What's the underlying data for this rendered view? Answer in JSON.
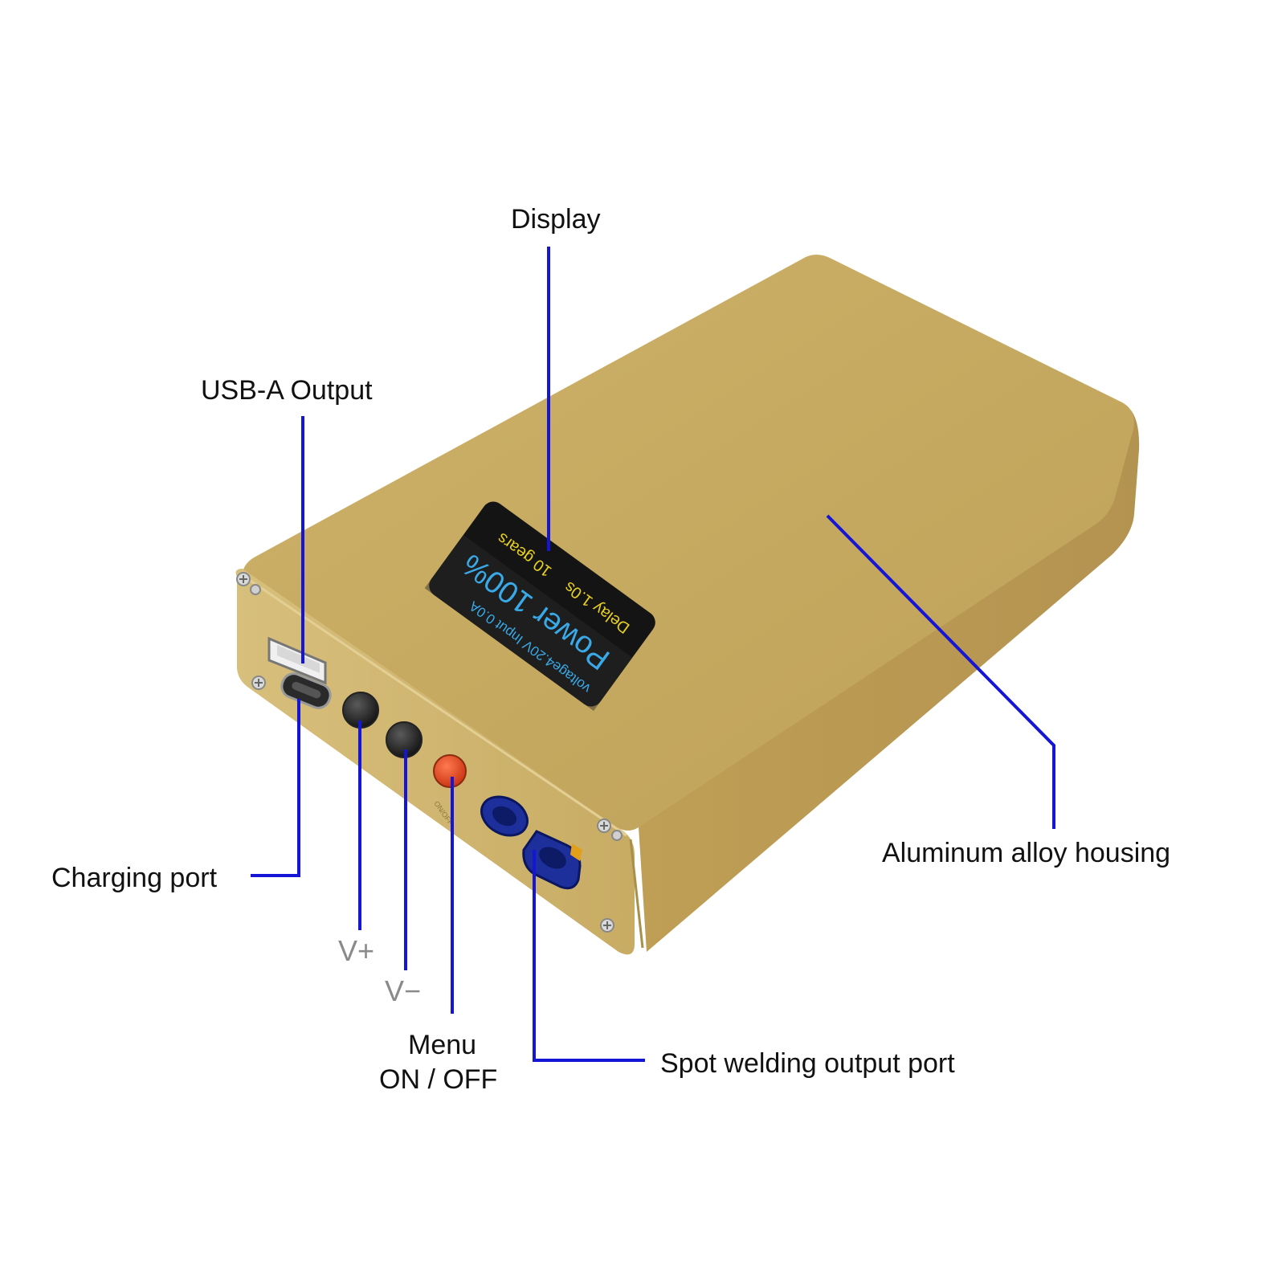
{
  "labels": {
    "display": "Display",
    "usb_a_output": "USB-A Output",
    "charging_port": "Charging port",
    "v_plus": "V+",
    "v_minus": "V−",
    "menu_line1": "Menu",
    "menu_line2": "ON / OFF",
    "spot_welding": "Spot welding output port",
    "housing": "Aluminum alloy housing"
  },
  "screen": {
    "line1": "voltage4.20V  Input 0.0A",
    "line2": "Power 100%",
    "line3_delay": "Delay 1.0s",
    "line3_gears": "10 gears"
  },
  "colors": {
    "leader": "#1515d6",
    "housing": "#c9ad62",
    "screen_bg": "#141414",
    "screen_blue": "#39a9e8",
    "screen_yellow": "#e8d020",
    "menu_button": "#e0401c"
  }
}
